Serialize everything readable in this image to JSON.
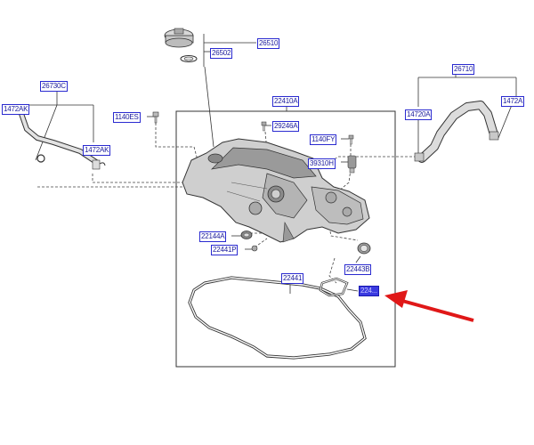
{
  "colors": {
    "label_text": "#1a1a9c",
    "label_border": "#2a2ad0",
    "highlight_fill": "#3a3ae0",
    "arrow": "#e01818",
    "line": "#333333",
    "part_fill": "#cfcfcf"
  },
  "labels": {
    "cap_assy": "26510",
    "cap_seal": "26502",
    "breather_hose": "26730C",
    "clamp_left_outer": "1472AK",
    "clamp_left_inner": "1472AK",
    "bolt_1140es": "1140ES",
    "cover_assy": "22410A",
    "bolt_29246a": "29246A",
    "bolt_1140fy": "1140FY",
    "sensor_39310h": "39310H",
    "pcv_hose": "26710",
    "clamp_right_1": "14720A",
    "clamp_right_2": "1472A",
    "seal_22144a": "22144A",
    "plug_22441p": "22441P",
    "seal_22443b": "22443B",
    "gasket_22441": "22441",
    "highlighted_part": "224..."
  }
}
